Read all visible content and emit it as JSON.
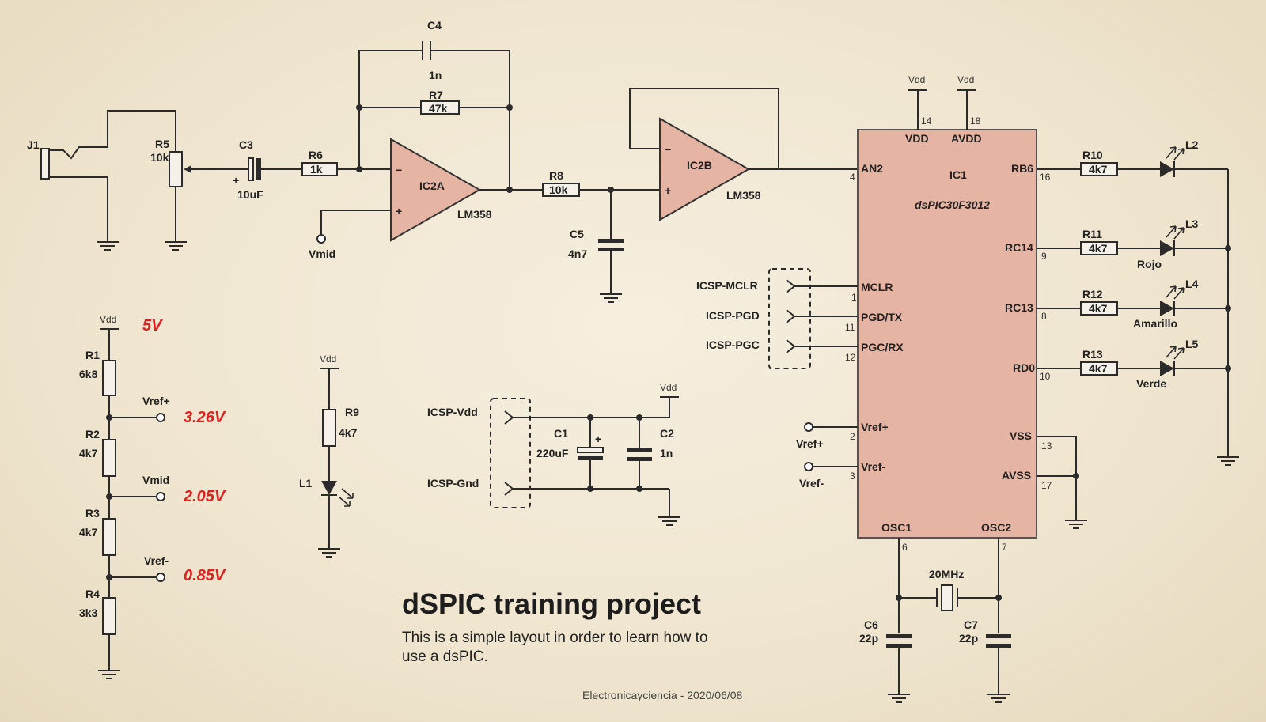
{
  "title": "dSPIC training project",
  "description": [
    "This is a simple layout in order to learn how to",
    "use a dsPIC."
  ],
  "footer": "Electronicayciencia - 2020/06/08",
  "labels": {
    "j1": "J1",
    "r5": "R5",
    "r5v": "10k",
    "c3": "C3",
    "c3v": "10uF",
    "r6": "R6",
    "r6v": "1k",
    "c4": "C4",
    "c4v": "1n",
    "r7": "R7",
    "r7v": "47k",
    "ic2a": "IC2A",
    "lm1": "LM358",
    "vmid": "Vmid",
    "r8": "R8",
    "r8v": "10k",
    "c5": "C5",
    "c5v": "4n7",
    "ic2b": "IC2B",
    "lm2": "LM358",
    "vdd": "Vdd",
    "pin14": "14",
    "pin18": "18",
    "vddpin": "VDD",
    "avddpin": "AVDD",
    "an2": "AN2",
    "pin4": "4",
    "ic1": "IC1",
    "chipname": "dsPIC30F3012",
    "rb6": "RB6",
    "pin16": "16",
    "rc14": "RC14",
    "pin9": "9",
    "rc13": "RC13",
    "pin8": "8",
    "rd0": "RD0",
    "pin10": "10",
    "mclr": "MCLR",
    "pin1": "1",
    "pgdtx": "PGD/TX",
    "pin11": "11",
    "pgcrx": "PGC/RX",
    "pin12": "12",
    "icspmclr": "ICSP-MCLR",
    "icsppgd": "ICSP-PGD",
    "icsppgc": "ICSP-PGC",
    "vrefp": "Vref+",
    "pin2": "2",
    "vrefm": "Vref-",
    "pin3": "3",
    "vss": "VSS",
    "pin13": "13",
    "avss": "AVSS",
    "pin17": "17",
    "osc1": "OSC1",
    "pin6": "6",
    "osc2": "OSC2",
    "pin7": "7",
    "xtal": "20MHz",
    "c6": "C6",
    "c6v": "22p",
    "c7": "C7",
    "c7v": "22p",
    "r10": "R10",
    "r10v": "4k7",
    "r11": "R11",
    "r11v": "4k7",
    "r12": "R12",
    "r12v": "4k7",
    "r13": "R13",
    "r13v": "4k7",
    "l2": "L2",
    "l3": "L3",
    "l4": "L4",
    "l5": "L5",
    "rojo": "Rojo",
    "amarillo": "Amarillo",
    "verde": "Verde",
    "r1": "R1",
    "r1v": "6k8",
    "r2": "R2",
    "r2v": "4k7",
    "r3": "R3",
    "r3v": "4k7",
    "r4": "R4",
    "r4v": "3k3",
    "vrefp2": "Vref+",
    "vmid2": "Vmid",
    "vrefm2": "Vref-",
    "v5": "5V",
    "v326": "3.26V",
    "v205": "2.05V",
    "v085": "0.85V",
    "r9": "R9",
    "r9v": "4k7",
    "l1": "L1",
    "icspvdd": "ICSP-Vdd",
    "icspgnd": "ICSP-Gnd",
    "c1": "C1",
    "c1v": "220uF",
    "c2": "C2",
    "c2v": "1n",
    "plus": "+",
    "minus": "−"
  }
}
